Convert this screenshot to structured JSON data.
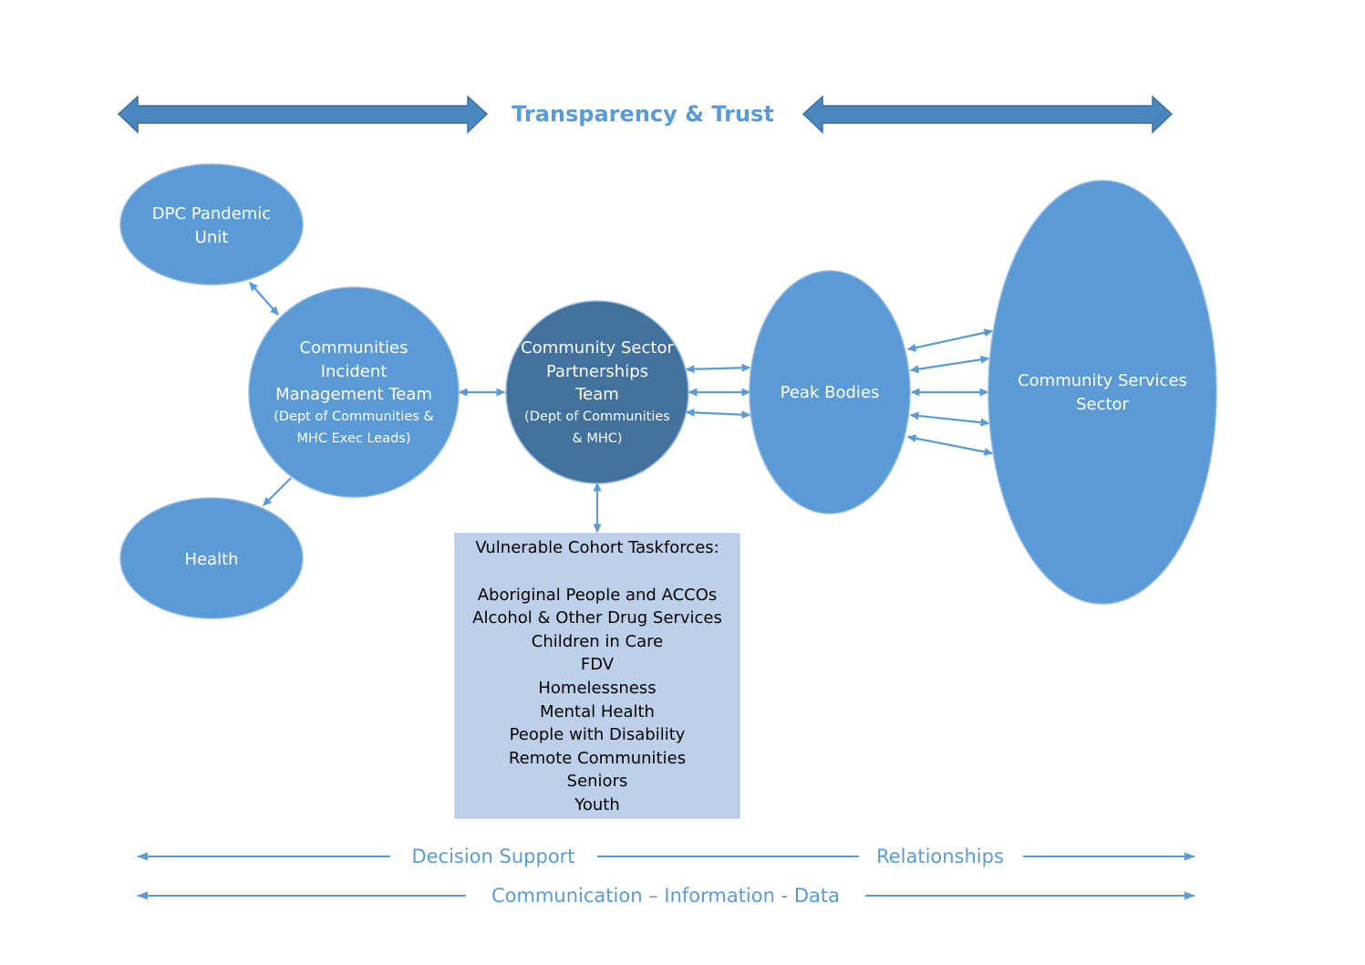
{
  "header": {
    "title": "Transparency & Trust"
  },
  "nodes": {
    "dpc": {
      "lines": [
        "DPC Pandemic",
        "Unit"
      ]
    },
    "health": {
      "lines": [
        "Health"
      ]
    },
    "cimt": {
      "lines": [
        "Communities",
        "Incident",
        "Management Team"
      ],
      "sub_lines": [
        "(Dept of Communities &",
        "MHC Exec Leads)"
      ]
    },
    "cspt": {
      "lines": [
        "Community Sector",
        "Partnerships",
        "Team"
      ],
      "sub_lines": [
        "(Dept of Communities",
        "& MHC)"
      ]
    },
    "peak": {
      "lines": [
        "Peak Bodies"
      ]
    },
    "css": {
      "lines": [
        "Community Services",
        "Sector"
      ]
    }
  },
  "taskforces": {
    "title": "Vulnerable Cohort Taskforces:",
    "items": [
      "Aboriginal People and ACCOs",
      "Alcohol & Other Drug Services",
      "Children in Care",
      "FDV",
      "Homelessness",
      "Mental Health",
      "People with Disability",
      "Remote Communities",
      "Seniors",
      "Youth"
    ]
  },
  "bands": {
    "decision_support": "Decision Support",
    "relationships": "Relationships",
    "communication": "Communication – Information - Data"
  },
  "colors": {
    "node_fill": "#5b9bd5",
    "node_stroke": "#8fb7e0",
    "center_fill": "#41719c",
    "task_fill": "#bdd0ea",
    "big_arrow_fill": "#4a86c0",
    "big_arrow_stroke": "#3b6e9e",
    "accent_text": "#5b9bd5"
  }
}
